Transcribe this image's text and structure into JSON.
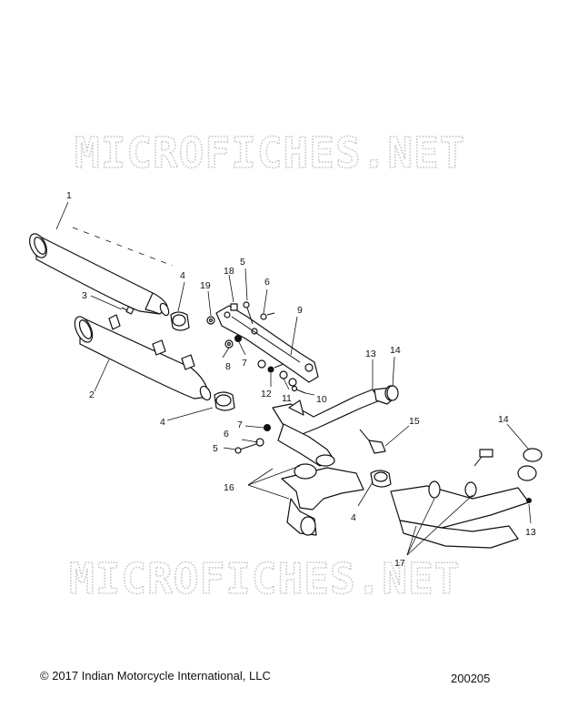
{
  "watermark": "MICROFICHES.NET",
  "callouts": {
    "c1": "1",
    "c2": "2",
    "c3": "3",
    "c4a": "4",
    "c4b": "4",
    "c4c": "4",
    "c5a": "5",
    "c5b": "5",
    "c6a": "6",
    "c6b": "6",
    "c7a": "7",
    "c7b": "7",
    "c8": "8",
    "c9": "9",
    "c10": "10",
    "c11": "11",
    "c12": "12",
    "c13a": "13",
    "c13b": "13",
    "c14a": "14",
    "c14b": "14",
    "c15": "15",
    "c16": "16",
    "c17": "17",
    "c18": "18",
    "c19": "19"
  },
  "footer": {
    "copyright": "© 2017 Indian Motorcycle International, LLC",
    "code": "200205"
  }
}
